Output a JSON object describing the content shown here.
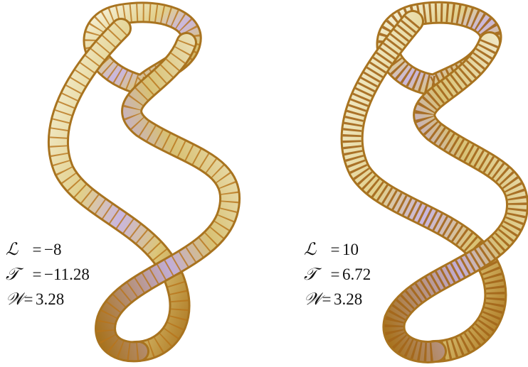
{
  "panels": [
    {
      "id": "left",
      "labels": [
        {
          "symbol": "ℒ",
          "value": "−8"
        },
        {
          "symbol": "𝒯",
          "value": "−11.28"
        },
        {
          "symbol": "𝒲",
          "value": "3.28"
        }
      ]
    },
    {
      "id": "right",
      "labels": [
        {
          "symbol": "ℒ",
          "value": "10"
        },
        {
          "symbol": "𝒯",
          "value": "6.72"
        },
        {
          "symbol": "𝒲",
          "value": "3.28"
        }
      ]
    }
  ],
  "colors": {
    "tube_light": "#f4f1d2",
    "tube_mid": "#d9c27a",
    "tube_dark": "#a87420",
    "stripe": "#b8741a",
    "sheen_purple": "#b9a4d8",
    "background": "#ffffff"
  }
}
